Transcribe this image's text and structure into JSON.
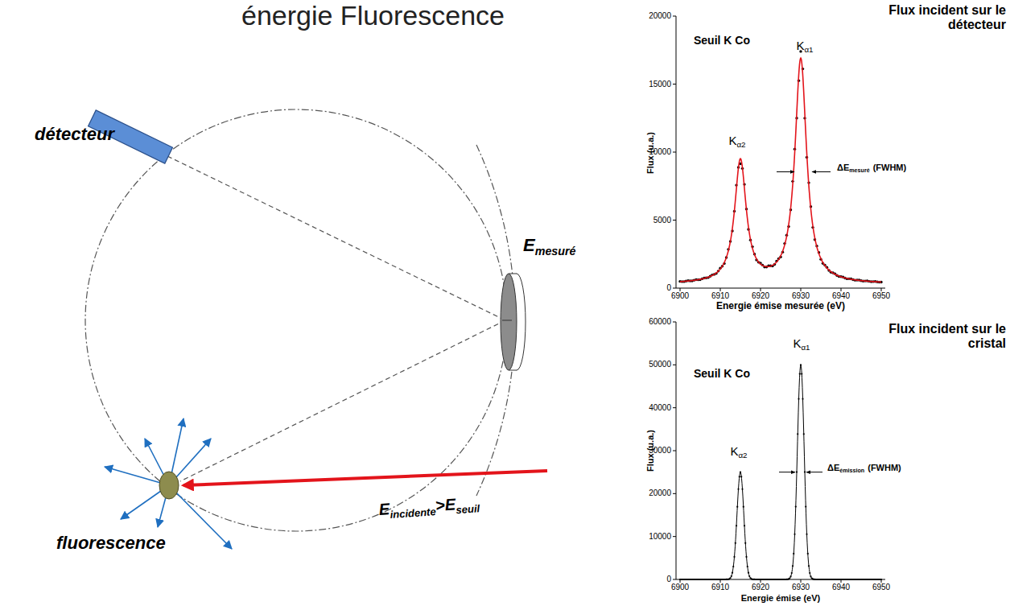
{
  "diagram": {
    "title": "énergie Fluorescence",
    "labels": [
      "Flux incident sur le détecteur",
      "détecteur",
      "E",
      "mesuré",
      "fluorescence",
      "E",
      "incidente",
      ">E",
      "seuil",
      "Seuil K Co",
      "K",
      "α2",
      "K",
      "α1",
      "ΔE",
      "mesuré",
      "(FWHM)",
      "Flux (u.a.)",
      "Energie émise mesurée (eV)",
      "0",
      "5000",
      "10000",
      "15000",
      "20000",
      "6900",
      "6910",
      "6920",
      "6930",
      "6940",
      "6950",
      "Flux incident sur le cristal",
      "Seuil K Co",
      "K",
      "α2",
      "K",
      "α1",
      "ΔE",
      "émission",
      "(FWHM)",
      "Flux (u.a.)",
      "Energie émise (eV)",
      "0",
      "10000",
      "20000",
      "30000",
      "40000",
      "50000",
      "60000",
      "6900",
      "6910",
      "6920",
      "6930",
      "6940",
      "6950"
    ]
  }
}
